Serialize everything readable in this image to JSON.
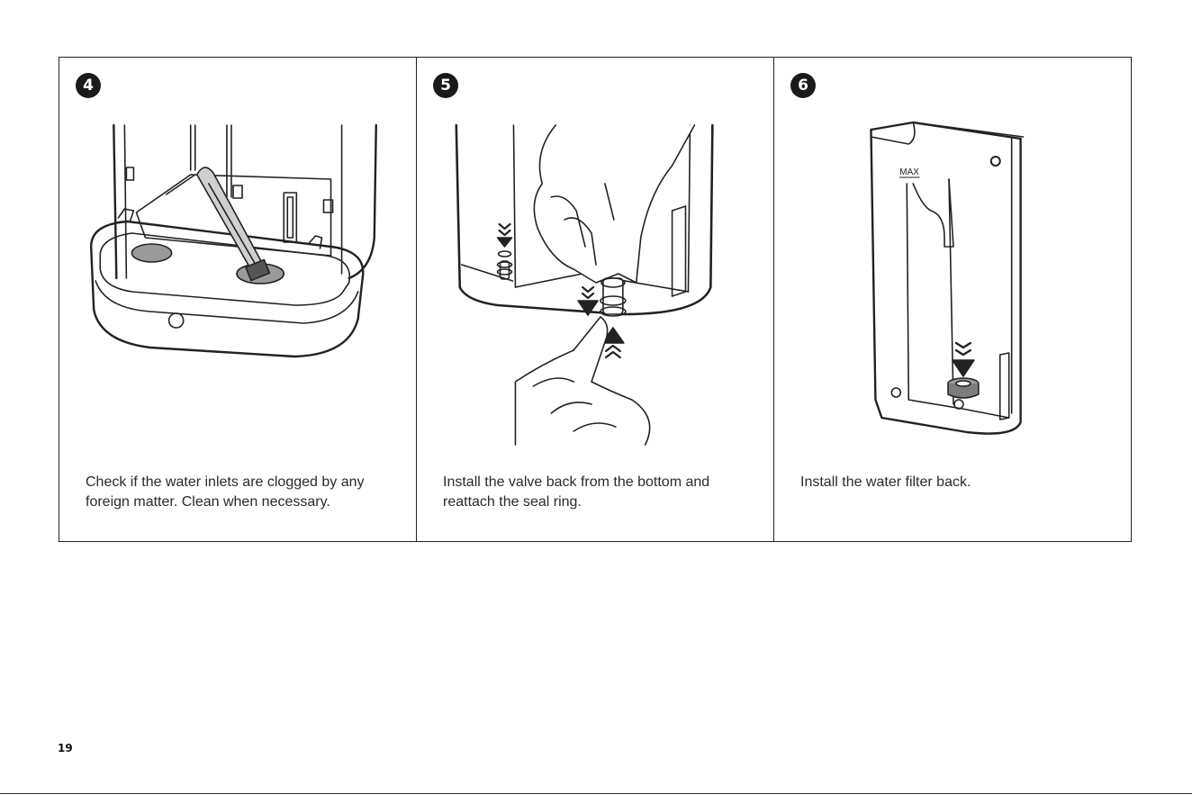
{
  "panels": [
    {
      "step": "4",
      "caption": "Check if the water inlets are clogged by any foreign matter. Clean when necessary."
    },
    {
      "step": "5",
      "caption": "Install the valve back from the bottom and reattach the seal ring."
    },
    {
      "step": "6",
      "caption": "Install the water filter back.",
      "tank_label": "MAX"
    }
  ],
  "page_number": "19",
  "colors": {
    "ink": "#222222",
    "badge": "#1a1a1a",
    "fill_gray": "#9a9a9a"
  }
}
